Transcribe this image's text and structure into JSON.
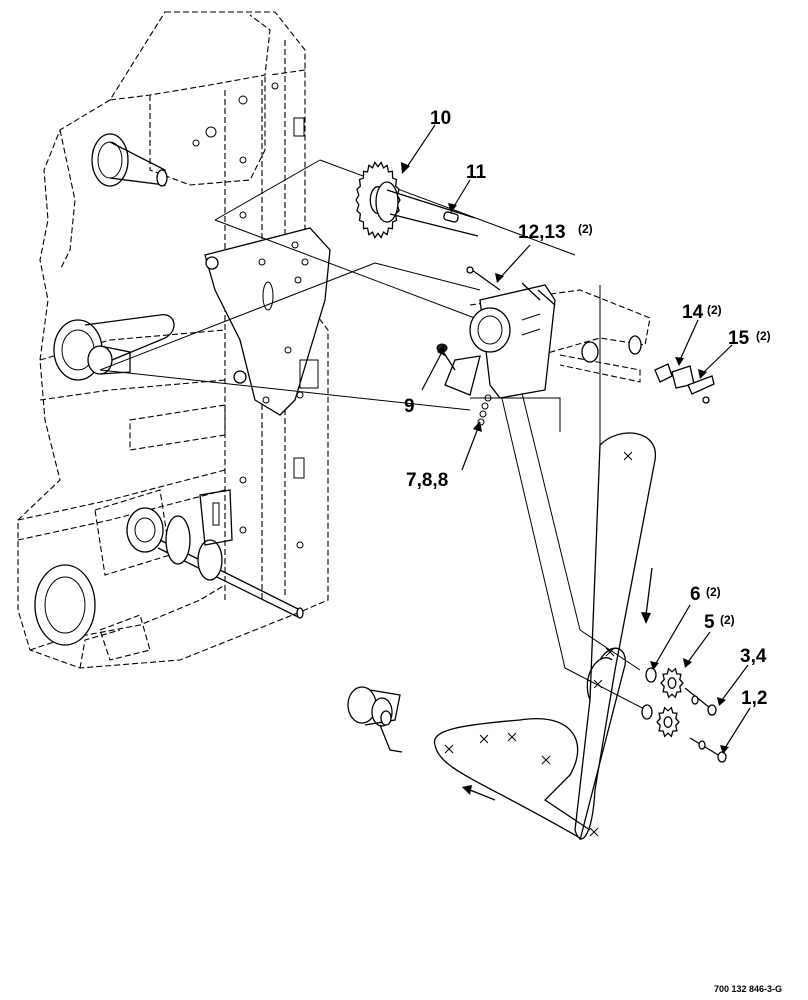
{
  "callouts": {
    "c10": {
      "num": "10",
      "qty": ""
    },
    "c11": {
      "num": "11",
      "qty": ""
    },
    "c12": {
      "num": "12,13",
      "qty": "(2)"
    },
    "c14": {
      "num": "14",
      "qty": "(2)"
    },
    "c15": {
      "num": "15",
      "qty": "(2)"
    },
    "c9": {
      "num": "9",
      "qty": ""
    },
    "c7": {
      "num": "7,8,8",
      "qty": ""
    },
    "c6": {
      "num": "6",
      "qty": "(2)"
    },
    "c5": {
      "num": "5",
      "qty": "(2)"
    },
    "c34": {
      "num": "3,4",
      "qty": ""
    },
    "c12b": {
      "num": "1,2",
      "qty": ""
    }
  },
  "document_number": "700 132 846-3-G"
}
